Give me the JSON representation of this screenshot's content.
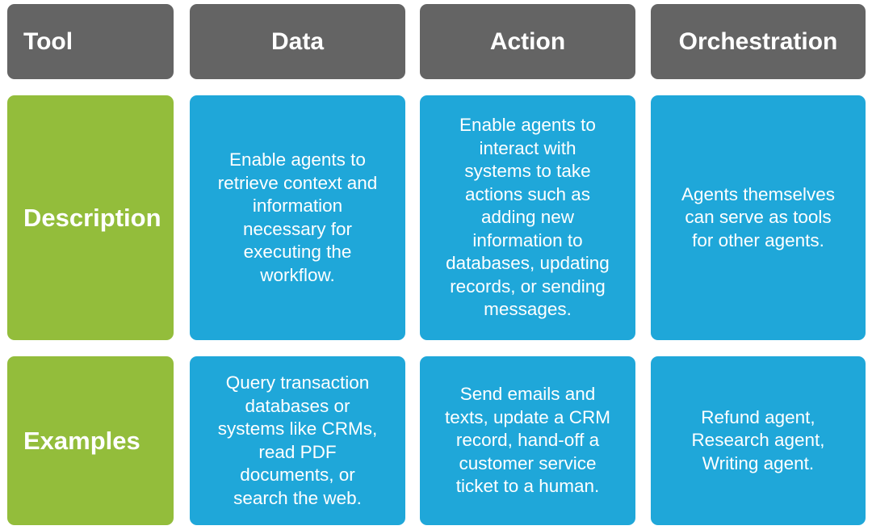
{
  "header": {
    "corner": "Tool",
    "columns": [
      "Data",
      "Action",
      "Orchestration"
    ]
  },
  "rows": [
    {
      "label": "Description",
      "cells": [
        [
          "Enable agents to",
          "retrieve context and",
          "information",
          "necessary for",
          "executing the",
          "workflow."
        ],
        [
          "Enable agents to",
          "interact with",
          "systems to take",
          "actions such as",
          "adding new",
          "information to",
          "databases, updating",
          "records, or sending",
          "messages."
        ],
        [
          "Agents themselves",
          "can serve as tools",
          "for other agents."
        ]
      ]
    },
    {
      "label": "Examples",
      "cells": [
        [
          "Query transaction",
          "databases or",
          "systems like CRMs,",
          "read PDF",
          "documents, or",
          "search the web."
        ],
        [
          "Send emails and",
          "texts, update a CRM",
          "record, hand-off a",
          "customer service",
          "ticket to a human."
        ],
        [
          "Refund agent,",
          "Research agent,",
          "Writing agent."
        ]
      ]
    }
  ],
  "colors": {
    "header": "#646464",
    "row_header": "#93bd3b",
    "cell": "#1fa7d9",
    "text": "#ffffff"
  }
}
